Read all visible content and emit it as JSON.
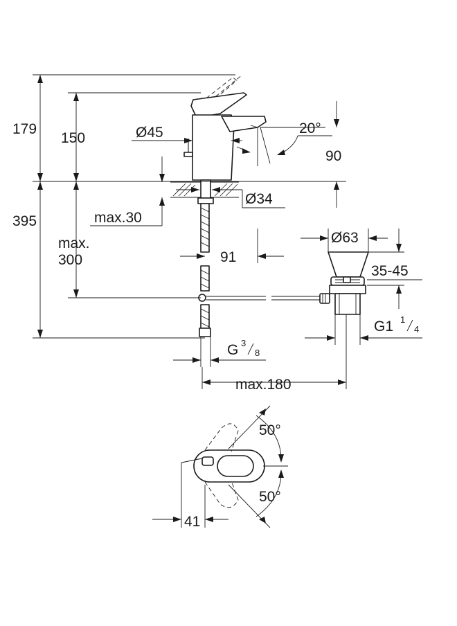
{
  "dimensions": {
    "total_height": "179",
    "body_height": "150",
    "body_diameter": "Ø45",
    "spout_angle": "20°",
    "spout_reach": "90",
    "overall_below": "395",
    "hole_diameter": "Ø34",
    "max_thickness": "max.30",
    "max_hose_line1": "max.",
    "max_hose_line2": "300",
    "offset_91": "91",
    "waste_diameter": "Ø63",
    "waste_range": "35-45",
    "waste_thread_main": "G1",
    "waste_thread_num": "1",
    "waste_thread_den": "4",
    "supply_thread_main": "G",
    "supply_thread_num": "3",
    "supply_thread_den": "8",
    "max_180": "max.180",
    "lever_angle_top": "50°",
    "lever_angle_bottom": "50°",
    "lever_offset": "41"
  }
}
